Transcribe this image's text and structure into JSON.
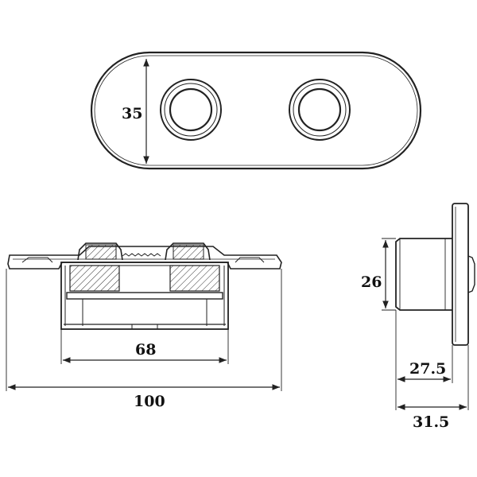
{
  "dimensions": {
    "top_height": "35",
    "front_inner_width": "68",
    "front_total_width": "100",
    "side_height": "26",
    "side_depth_inner": "27.5",
    "side_depth_total": "31.5"
  }
}
